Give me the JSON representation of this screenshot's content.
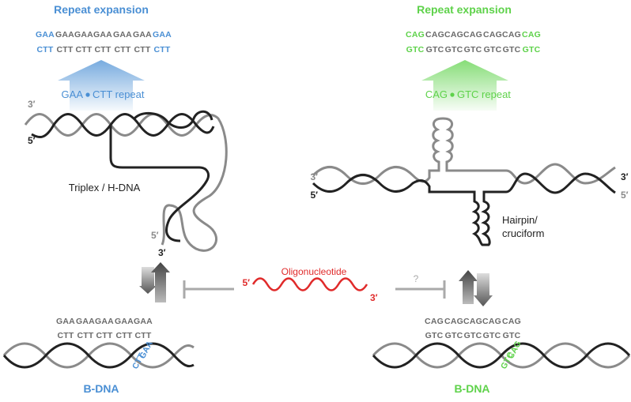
{
  "colors": {
    "blue": "#4a8fd4",
    "green": "#5ed24a",
    "red": "#e02b2b",
    "dark": "#222222",
    "gray": "#8a8a8a",
    "seq_gray": "#6b6b6b"
  },
  "left": {
    "title": "Repeat expansion",
    "seq_top": [
      "GAA",
      "GAA",
      "GAA",
      "GAA",
      "GAA",
      "GAA",
      "GAA"
    ],
    "seq_bottom": [
      "CTT",
      "CTT",
      "CTT",
      "CTT",
      "CTT",
      "CTT",
      "CTT"
    ],
    "repeat_label_a": "GAA",
    "repeat_label_b": "CTT repeat",
    "end_3": "3′",
    "end_5": "5′",
    "structure_label": "Triplex / H-DNA",
    "tail_5": "5′",
    "tail_3": "3′",
    "bdna_seq_top": [
      "GAA",
      "GAA",
      "GAA",
      "GAA",
      "GAA"
    ],
    "bdna_seq_bottom": [
      "CTT",
      "CTT",
      "CTT",
      "CTT",
      "CTT"
    ],
    "bdna_tag_top": "GAA",
    "bdna_tag_bottom": "CTT",
    "bdna_label": "B-DNA"
  },
  "right": {
    "title": "Repeat expansion",
    "seq_top": [
      "CAG",
      "CAG",
      "CAG",
      "CAG",
      "CAG",
      "CAG",
      "CAG"
    ],
    "seq_bottom": [
      "GTC",
      "GTC",
      "GTC",
      "GTC",
      "GTC",
      "GTC",
      "GTC"
    ],
    "repeat_label_a": "CAG",
    "repeat_label_b": "GTC repeat",
    "end_3_left": "3′",
    "end_5_left": "5′",
    "end_3_right": "3′",
    "end_5_right": "5′",
    "structure_label_1": "Hairpin/",
    "structure_label_2": "cruciform",
    "bdna_seq_top": [
      "CAG",
      "CAG",
      "CAG",
      "CAG",
      "CAG"
    ],
    "bdna_seq_bottom": [
      "GTC",
      "GTC",
      "GTC",
      "GTC",
      "GTC"
    ],
    "bdna_tag_top": "CAG",
    "bdna_tag_bottom": "GTC",
    "bdna_label": "B-DNA"
  },
  "center": {
    "oligo_label": "Oligonucleotide",
    "oligo_5": "5′",
    "oligo_3": "3′",
    "question": "?"
  }
}
